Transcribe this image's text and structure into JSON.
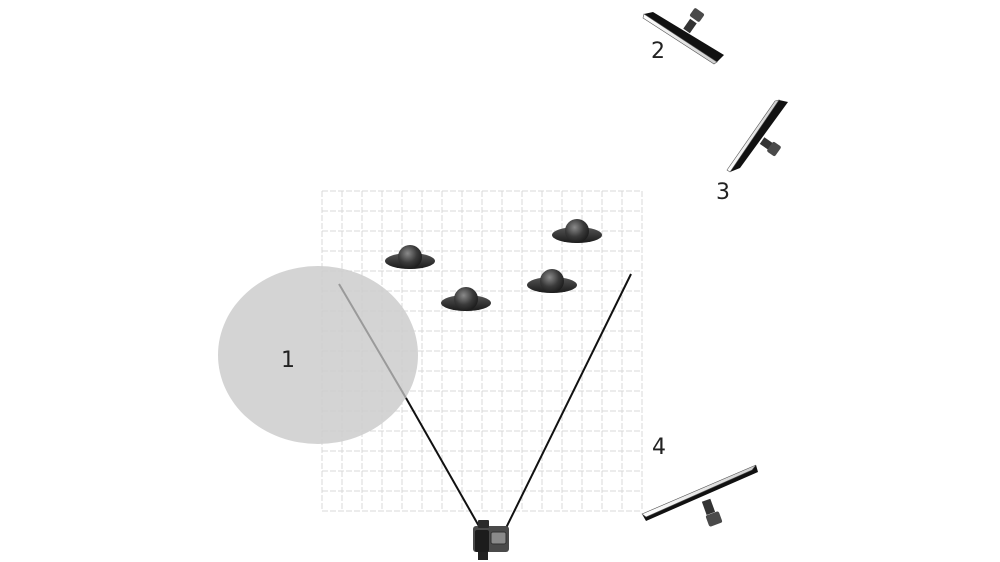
{
  "lights": [
    {
      "id": "1",
      "label": "1",
      "kind": "reflector"
    },
    {
      "id": "2",
      "label": "2",
      "kind": "softbox"
    },
    {
      "id": "3",
      "label": "3",
      "kind": "softbox"
    },
    {
      "id": "4",
      "label": "4",
      "kind": "softbox"
    }
  ],
  "subjects_count": 4,
  "colors": {
    "grid_line": "#d9d9d9",
    "reflector_fill": "#d4d4d4",
    "view_line": "#111111",
    "softbox_body": "#111111",
    "softbox_diffuser": "#f2f2f2",
    "subject": "#3a3a3a",
    "label_text": "#222222"
  },
  "icons": [
    "camera-icon",
    "softbox-icon",
    "subject-icon",
    "reflector-icon"
  ]
}
